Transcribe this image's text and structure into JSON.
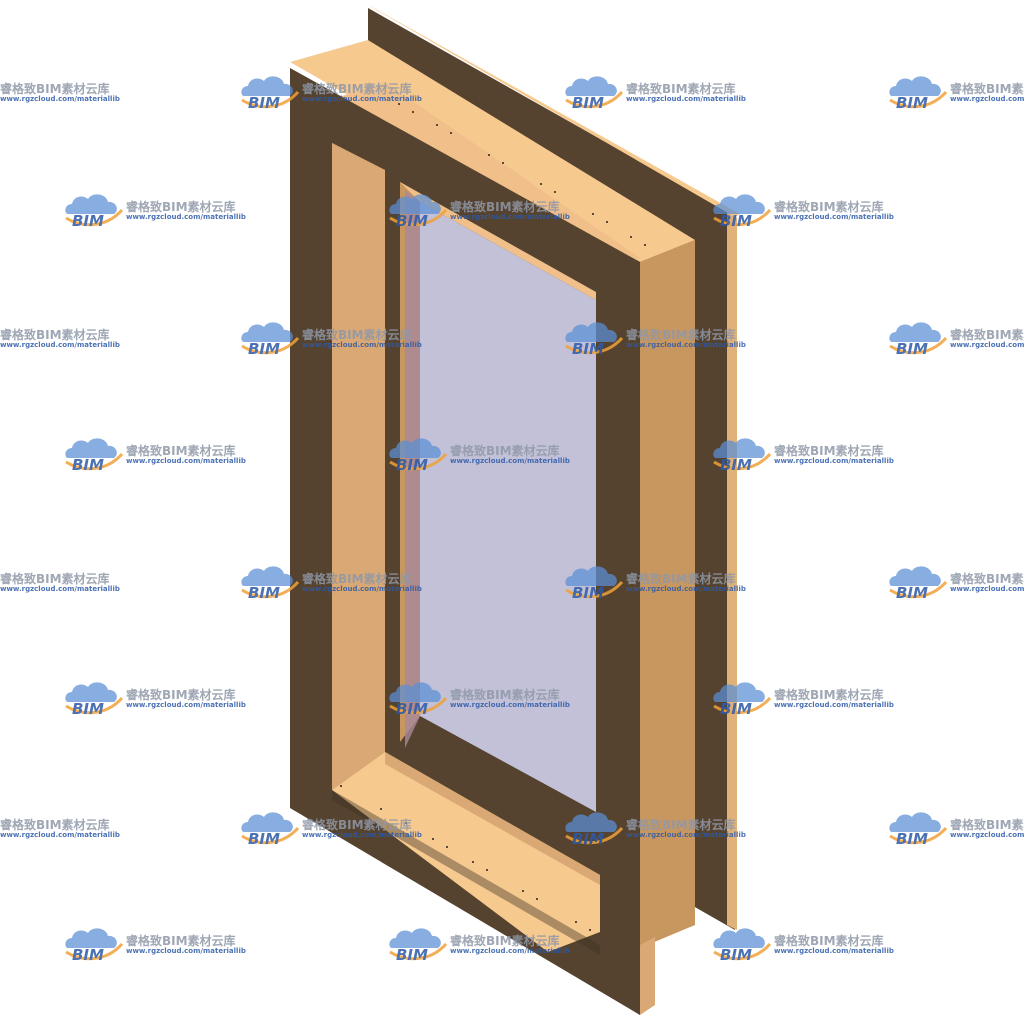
{
  "scene": {
    "subject": "3d-window-model",
    "colors": {
      "background": "#ffffff",
      "frame_dark": "#55432f",
      "frame_dark_edge": "#3c2f20",
      "wood_light": "#f6c98f",
      "wood_mid": "#d9a874",
      "wood_shade": "#c8975f",
      "glass": "#c2c1d7",
      "glass_edge": "#a8889a"
    }
  },
  "watermark": {
    "title": "睿格致BIM素材云库",
    "url": "www.rgzcloud.com/materiallib",
    "logo_text": "BIM",
    "logo_icon": "cloud-bim-logo-icon",
    "colors": {
      "cloud": "#5b8fd6",
      "logo_text": "#2d5aa8",
      "swoosh": "#f0a23a",
      "title": "#8f98a8",
      "url": "#2d5aa8"
    }
  }
}
